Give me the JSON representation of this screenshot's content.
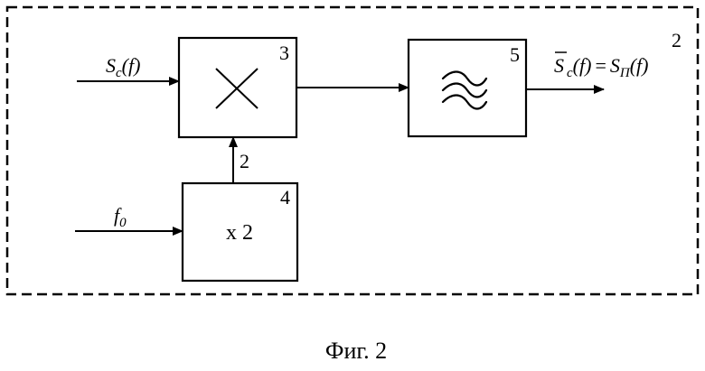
{
  "diagram": {
    "frame_number": "2",
    "blocks": {
      "mixer": {
        "number": "3",
        "symbol": "multiplier-cross-icon"
      },
      "filter": {
        "number": "5",
        "symbol": "bandpass-filter-icon"
      },
      "doubler": {
        "number": "4",
        "label": "x 2"
      }
    },
    "signals": {
      "input_signal": {
        "main": "S",
        "sub": "c",
        "arg": "(f)"
      },
      "reference": {
        "main": "f",
        "sub": "0"
      },
      "doubled_link": "2",
      "output": {
        "left_main": "S",
        "left_sub": "c",
        "left_arg": "(f)",
        "equals": "=",
        "right_main": "S",
        "right_sub": "П",
        "right_arg": "(f)"
      }
    }
  },
  "caption": "Фиг. 2"
}
